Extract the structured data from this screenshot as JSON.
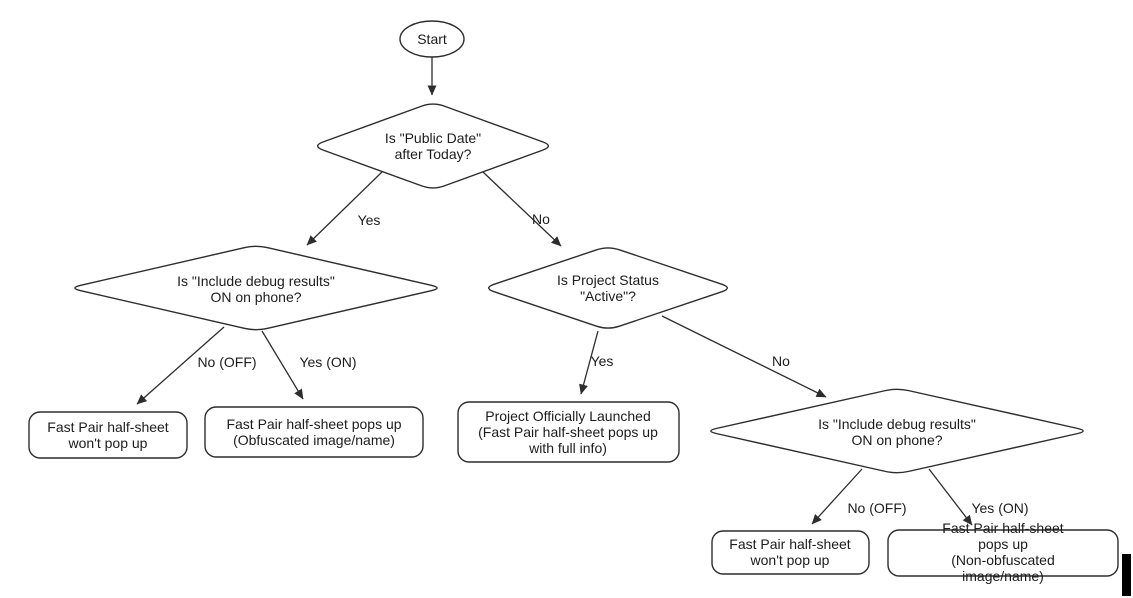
{
  "flowchart": {
    "nodes": {
      "start": {
        "label": "Start"
      },
      "public_date": {
        "label": "Is \"Public Date\"\nafter Today?"
      },
      "debug_left": {
        "label": "Is \"Include debug results\"\nON on phone?"
      },
      "project_status": {
        "label": "Is Project Status\n\"Active\"?"
      },
      "debug_right": {
        "label": "Is \"Include debug results\"\nON on phone?"
      },
      "no_popup_left": {
        "label": "Fast Pair half-sheet\nwon't pop up"
      },
      "obfuscated": {
        "label": "Fast Pair half-sheet pops up\n(Obfuscated image/name)"
      },
      "launched": {
        "label": "Project Officially Launched\n(Fast Pair half-sheet pops up\nwith full info)"
      },
      "no_popup_right": {
        "label": "Fast Pair half-sheet\nwon't pop up"
      },
      "non_obfuscated": {
        "label": "Fast Pair half-sheet pops up\n(Non-obfuscated image/name)"
      }
    },
    "edge_labels": {
      "public_date_yes": "Yes",
      "public_date_no": "No",
      "debug_left_no": "No (OFF)",
      "debug_left_yes": "Yes (ON)",
      "project_status_yes": "Yes",
      "project_status_no": "No",
      "debug_right_no": "No (OFF)",
      "debug_right_yes": "Yes (ON)"
    },
    "colors": {
      "stroke": "#2d2d2d",
      "text": "#1c1c1c",
      "background": "#ffffff",
      "cursor": "#000000"
    }
  }
}
